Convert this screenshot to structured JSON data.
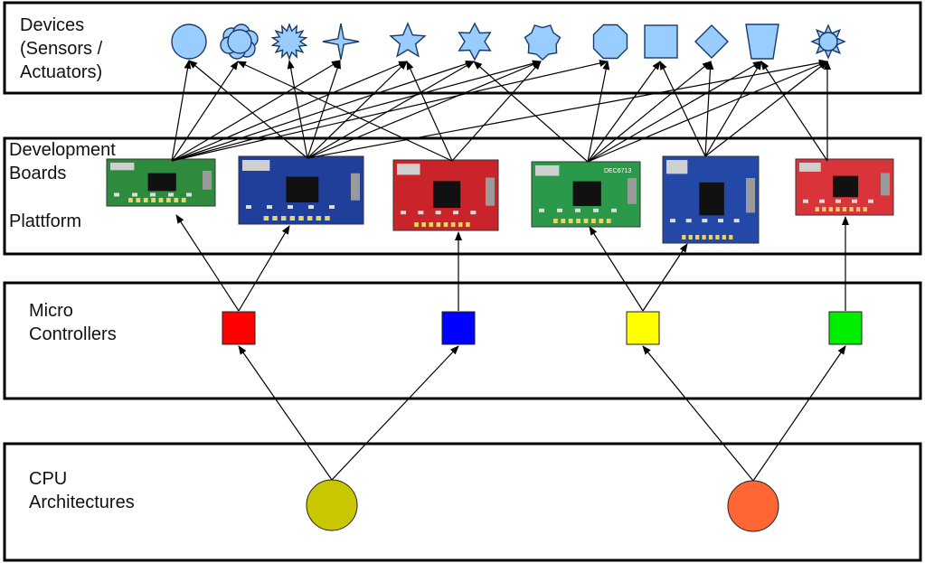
{
  "layers": {
    "devices": {
      "label": "Devices\n(Sensors /\nActuators)"
    },
    "boards": {
      "label": "Development\nBoards",
      "sublabel": "Plattform"
    },
    "micro": {
      "label": "Micro\nControllers"
    },
    "cpu": {
      "label": "CPU\nArchitectures"
    }
  },
  "devices": [
    {
      "id": "d1",
      "shape": "circle-icon"
    },
    {
      "id": "d2",
      "shape": "cloud-icon"
    },
    {
      "id": "d3",
      "shape": "burst-icon"
    },
    {
      "id": "d4",
      "shape": "four-point-star-icon"
    },
    {
      "id": "d5",
      "shape": "five-point-star-icon"
    },
    {
      "id": "d6",
      "shape": "six-point-star-icon"
    },
    {
      "id": "d7",
      "shape": "heptagon-icon"
    },
    {
      "id": "d8",
      "shape": "octagon-icon"
    },
    {
      "id": "d9",
      "shape": "square-icon"
    },
    {
      "id": "d10",
      "shape": "diamond-icon"
    },
    {
      "id": "d11",
      "shape": "trapezoid-icon"
    },
    {
      "id": "d12",
      "shape": "sun-icon"
    }
  ],
  "boards": [
    {
      "id": "b1",
      "name": "usb-stick-board",
      "color": "#2e8b3e"
    },
    {
      "id": "b2",
      "name": "blue-proto-board",
      "color": "#1f3f9a"
    },
    {
      "id": "b3",
      "name": "red-board-1",
      "color": "#c8242a"
    },
    {
      "id": "b4",
      "name": "green-dsp-board",
      "color": "#2a9a4a",
      "chip_text": "DEC6713"
    },
    {
      "id": "b5",
      "name": "blue-io-board",
      "color": "#2448a8"
    },
    {
      "id": "b6",
      "name": "red-board-2",
      "color": "#d8343a"
    }
  ],
  "microcontrollers": [
    {
      "id": "m1",
      "color": "#ff0000"
    },
    {
      "id": "m2",
      "color": "#0000ff"
    },
    {
      "id": "m3",
      "color": "#ffff00"
    },
    {
      "id": "m4",
      "color": "#00ee00"
    }
  ],
  "cpus": [
    {
      "id": "c1",
      "color": "#c8c800"
    },
    {
      "id": "c2",
      "color": "#ff6633"
    }
  ],
  "colors": {
    "device_fill": "#99ccff",
    "device_stroke": "#1a3a66",
    "frame": "#000000",
    "arrow": "#000000"
  },
  "edges": [
    [
      "c1",
      "m1"
    ],
    [
      "c1",
      "m2"
    ],
    [
      "c2",
      "m3"
    ],
    [
      "c2",
      "m4"
    ],
    [
      "m1",
      "b1"
    ],
    [
      "m1",
      "b2"
    ],
    [
      "m2",
      "b3"
    ],
    [
      "m3",
      "b4"
    ],
    [
      "m3",
      "b5"
    ],
    [
      "m4",
      "b6"
    ],
    [
      "b1",
      "d1"
    ],
    [
      "b1",
      "d2"
    ],
    [
      "b1",
      "d4"
    ],
    [
      "b1",
      "d5"
    ],
    [
      "b1",
      "d6"
    ],
    [
      "b1",
      "d7"
    ],
    [
      "b1",
      "d8"
    ],
    [
      "b2",
      "d1"
    ],
    [
      "b2",
      "d3"
    ],
    [
      "b2",
      "d4"
    ],
    [
      "b2",
      "d5"
    ],
    [
      "b2",
      "d6"
    ],
    [
      "b2",
      "d7"
    ],
    [
      "b2",
      "d12"
    ],
    [
      "b3",
      "d2"
    ],
    [
      "b3",
      "d5"
    ],
    [
      "b3",
      "d7"
    ],
    [
      "b4",
      "d6"
    ],
    [
      "b4",
      "d8"
    ],
    [
      "b4",
      "d9"
    ],
    [
      "b4",
      "d10"
    ],
    [
      "b4",
      "d11"
    ],
    [
      "b4",
      "d12"
    ],
    [
      "b5",
      "d9"
    ],
    [
      "b5",
      "d10"
    ],
    [
      "b5",
      "d11"
    ],
    [
      "b5",
      "d12"
    ],
    [
      "b6",
      "d11"
    ],
    [
      "b6",
      "d12"
    ]
  ]
}
